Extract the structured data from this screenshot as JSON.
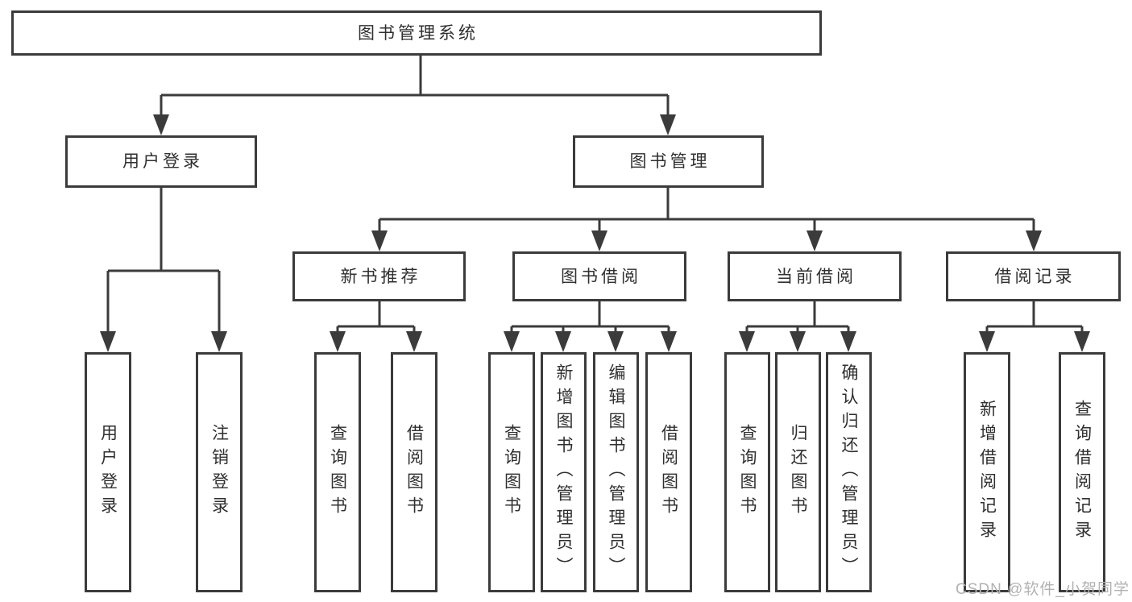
{
  "root": {
    "label": "图书管理系统"
  },
  "branches": [
    {
      "label": "用户登录",
      "children": [
        {
          "label": "用户登录"
        },
        {
          "label": "注销登录"
        }
      ]
    },
    {
      "label": "图书管理",
      "children": [
        {
          "label": "新书推荐",
          "children": [
            {
              "label": "查询图书"
            },
            {
              "label": "借阅图书"
            }
          ]
        },
        {
          "label": "图书借阅",
          "children": [
            {
              "label": "查询图书"
            },
            {
              "label": "新增图书（管理员）"
            },
            {
              "label": "编辑图书（管理员）"
            },
            {
              "label": "借阅图书"
            }
          ]
        },
        {
          "label": "当前借阅",
          "children": [
            {
              "label": "查询图书"
            },
            {
              "label": "归还图书"
            },
            {
              "label": "确认归还（管理员）"
            }
          ]
        },
        {
          "label": "借阅记录",
          "children": [
            {
              "label": "新增借阅记录"
            },
            {
              "label": "查询借阅记录"
            }
          ]
        }
      ]
    }
  ],
  "watermark": {
    "text": "CSDN @软件_小贺同学"
  },
  "colors": {
    "line": "#3b3b3b",
    "text": "#2f2f2f",
    "watermark": "#b2b2b2",
    "background": "#ffffff"
  }
}
